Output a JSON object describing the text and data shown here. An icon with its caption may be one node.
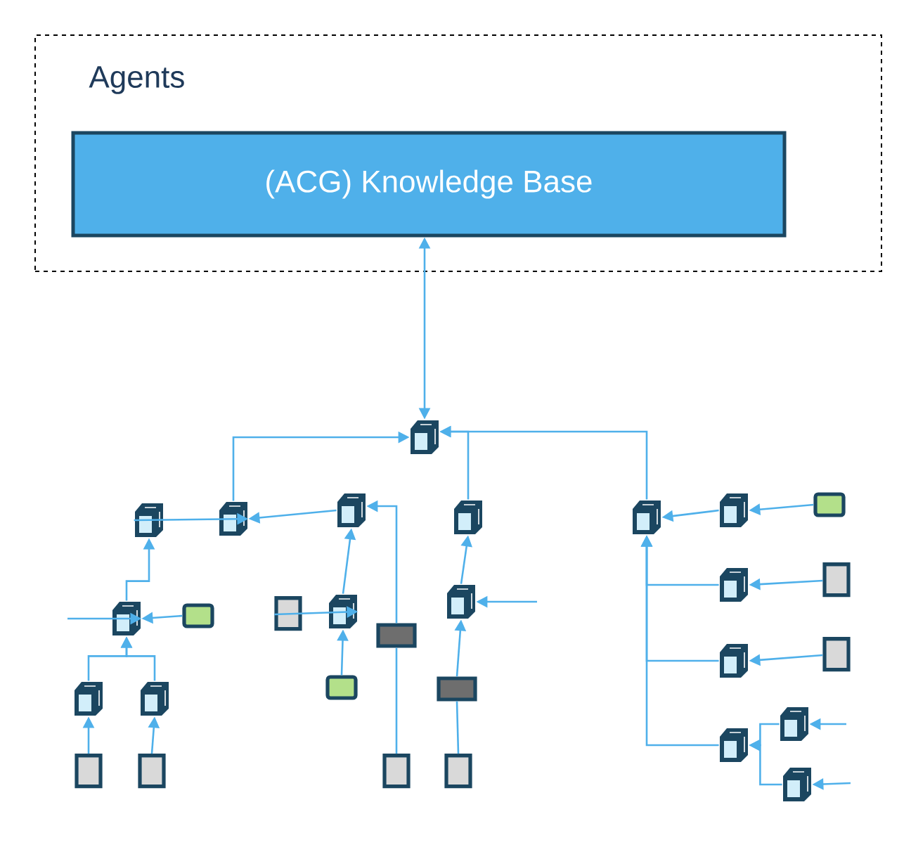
{
  "diagram": {
    "nodes": [
      {
        "text": [
          "Agents"
        ]
      },
      {
        "text": [
          "(ACG) Knowledge Base"
        ],
        "in": 0
      },
      {
        "text": [],
        "shape": "cube"
      },
      {
        "text": [],
        "shape": "cube"
      },
      {
        "text": [],
        "shape": "cube"
      },
      {
        "text": [],
        "shape": "cube"
      },
      {
        "text": [],
        "shape": "cube"
      },
      {
        "text": [],
        "shape": "cube"
      },
      {
        "text": [],
        "shape": "cube"
      },
      {
        "text": [],
        "shape": "box"
      },
      {
        "text": [],
        "shape": "cube"
      },
      {
        "text": [],
        "shape": "cube"
      },
      {
        "text": [],
        "shape": "cylinder"
      },
      {
        "text": [],
        "shape": "cube"
      },
      {
        "text": [],
        "shape": "box"
      },
      {
        "text": [],
        "shape": "cylinder"
      },
      {
        "text": [],
        "shape": "cube"
      },
      {
        "text": [],
        "shape": "bar"
      },
      {
        "text": [],
        "shape": "cube"
      },
      {
        "text": [],
        "shape": "cylinder"
      },
      {
        "text": [],
        "shape": "bar"
      },
      {
        "text": [],
        "shape": "box"
      },
      {
        "text": [],
        "shape": "cube"
      },
      {
        "text": [],
        "shape": "cube"
      },
      {
        "text": [],
        "shape": "cube"
      },
      {
        "text": [],
        "shape": "cube"
      },
      {
        "text": [],
        "shape": "cube"
      },
      {
        "text": [],
        "shape": "cylinder"
      },
      {
        "text": [],
        "shape": "cylinder"
      },
      {
        "text": [],
        "shape": "cylinder"
      },
      {
        "text": [],
        "shape": "cylinder"
      }
    ],
    "edges": [
      {
        "from": 1,
        "to": 2,
        "arrow": "both"
      },
      {
        "from": 4,
        "to": 2,
        "arrow": "to"
      },
      {
        "from": 3,
        "to": 4,
        "arrow": "to"
      },
      {
        "from": 5,
        "to": 4,
        "arrow": "to"
      },
      {
        "from": 6,
        "to": 2,
        "arrow": "to"
      },
      {
        "from": 7,
        "to": 2,
        "arrow": "to"
      },
      {
        "from": 13,
        "to": 3,
        "arrow": "to"
      },
      {
        "from": null,
        "to": 13,
        "arrow": "to"
      },
      {
        "from": 14,
        "to": 13,
        "arrow": "to"
      },
      {
        "from": 22,
        "to": 13,
        "arrow": "to"
      },
      {
        "from": 23,
        "to": 13,
        "arrow": "to"
      },
      {
        "from": 27,
        "to": 22,
        "arrow": "to"
      },
      {
        "from": 28,
        "to": 23,
        "arrow": "to"
      },
      {
        "from": 15,
        "to": 16,
        "arrow": "to"
      },
      {
        "from": 21,
        "to": 16,
        "arrow": "to"
      },
      {
        "from": 16,
        "to": 5,
        "arrow": "to"
      },
      {
        "from": 29,
        "to": 17,
        "arrow": "none"
      },
      {
        "from": 17,
        "to": 5,
        "arrow": "to"
      },
      {
        "from": 30,
        "to": 20,
        "arrow": "none"
      },
      {
        "from": 20,
        "to": 10,
        "arrow": "to"
      },
      {
        "from": null,
        "to": 10,
        "arrow": "to"
      },
      {
        "from": 10,
        "to": 6,
        "arrow": "to"
      },
      {
        "from": 8,
        "to": 7,
        "arrow": "to"
      },
      {
        "from": 9,
        "to": 8,
        "arrow": "to"
      },
      {
        "from": 12,
        "to": 11,
        "arrow": "to"
      },
      {
        "from": 19,
        "to": 18,
        "arrow": "to"
      },
      {
        "from": 11,
        "to": 7,
        "arrow": "to"
      },
      {
        "from": 18,
        "to": 7,
        "arrow": "to"
      },
      {
        "from": 25,
        "to": 7,
        "arrow": "to"
      },
      {
        "from": 24,
        "to": 25,
        "arrow": "to"
      },
      {
        "from": 26,
        "to": 25,
        "arrow": "to"
      },
      {
        "from": null,
        "to": 24,
        "arrow": "to"
      },
      {
        "from": null,
        "to": 26,
        "arrow": "to"
      }
    ]
  }
}
